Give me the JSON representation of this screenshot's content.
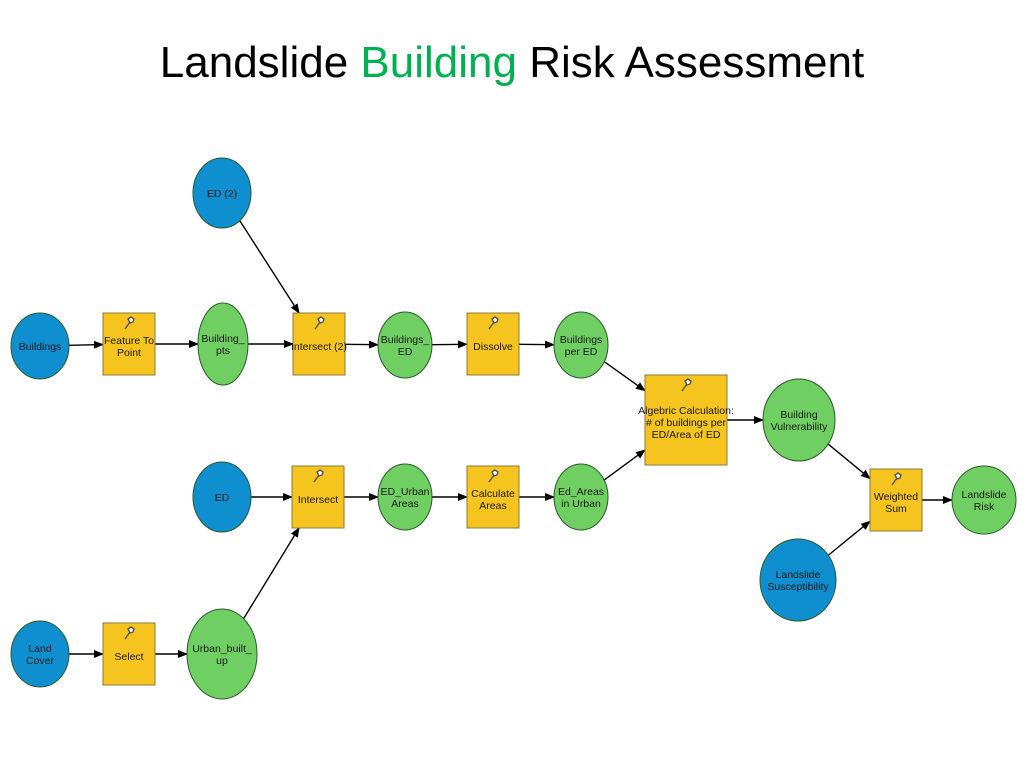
{
  "title": {
    "before": "Landslide ",
    "highlight": "Building",
    "after": " Risk Assessment"
  },
  "colors": {
    "input": "#0f8fcf",
    "tool": "#f5c41e",
    "output": "#6fcf62",
    "accent": "#00b050"
  },
  "nodes": {
    "buildings": {
      "kind": "input",
      "lines": [
        "Buildings"
      ]
    },
    "feature_to_point": {
      "kind": "tool",
      "lines": [
        "Feature To",
        "Point"
      ]
    },
    "buildings_pts": {
      "kind": "output",
      "lines": [
        "Building_",
        "pts"
      ]
    },
    "ed2": {
      "kind": "input",
      "lines": [
        "ED (2)"
      ]
    },
    "intersect2": {
      "kind": "tool",
      "lines": [
        "Intersect (2)"
      ]
    },
    "buildings_ed": {
      "kind": "output",
      "lines": [
        "Buildings_",
        "ED"
      ]
    },
    "dissolve": {
      "kind": "tool",
      "lines": [
        "Dissolve"
      ]
    },
    "buildings_per_ed": {
      "kind": "output",
      "lines": [
        "Buildings",
        "per ED"
      ]
    },
    "algebraic": {
      "kind": "tool",
      "lines": [
        "Algebric Calculation:",
        "# of buildings per",
        "ED/Area of ED"
      ]
    },
    "building_vulnerability": {
      "kind": "output",
      "lines": [
        "Building",
        "Vulnerability"
      ]
    },
    "ed": {
      "kind": "input",
      "lines": [
        "ED"
      ]
    },
    "intersect": {
      "kind": "tool",
      "lines": [
        "Intersect"
      ]
    },
    "ed_urban_areas": {
      "kind": "output",
      "lines": [
        "ED_Urban",
        "Areas"
      ]
    },
    "calculate_areas": {
      "kind": "tool",
      "lines": [
        "Calculate",
        "Areas"
      ]
    },
    "ed_areas_in_urban": {
      "kind": "output",
      "lines": [
        "Ed_Areas",
        "in Urban"
      ]
    },
    "land_cover": {
      "kind": "input",
      "lines": [
        "Land",
        "Cover"
      ]
    },
    "select": {
      "kind": "tool",
      "lines": [
        "Select"
      ]
    },
    "urban_built_up": {
      "kind": "output",
      "lines": [
        "Urban_built_",
        "up"
      ]
    },
    "landslide_susceptibility": {
      "kind": "input",
      "lines": [
        "Landslide",
        "Susceptibility"
      ]
    },
    "weighted_sum": {
      "kind": "tool",
      "lines": [
        "Weighted",
        "Sum"
      ]
    },
    "landslide_risk": {
      "kind": "output",
      "lines": [
        "Landslide",
        "Risk"
      ]
    }
  },
  "edges": [
    [
      "buildings",
      "feature_to_point"
    ],
    [
      "feature_to_point",
      "buildings_pts"
    ],
    [
      "buildings_pts",
      "intersect2"
    ],
    [
      "ed2",
      "intersect2"
    ],
    [
      "intersect2",
      "buildings_ed"
    ],
    [
      "buildings_ed",
      "dissolve"
    ],
    [
      "dissolve",
      "buildings_per_ed"
    ],
    [
      "buildings_per_ed",
      "algebraic"
    ],
    [
      "ed_areas_in_urban",
      "algebraic"
    ],
    [
      "algebraic",
      "building_vulnerability"
    ],
    [
      "building_vulnerability",
      "weighted_sum"
    ],
    [
      "landslide_susceptibility",
      "weighted_sum"
    ],
    [
      "weighted_sum",
      "landslide_risk"
    ],
    [
      "ed",
      "intersect"
    ],
    [
      "urban_built_up",
      "intersect"
    ],
    [
      "intersect",
      "ed_urban_areas"
    ],
    [
      "ed_urban_areas",
      "calculate_areas"
    ],
    [
      "calculate_areas",
      "ed_areas_in_urban"
    ],
    [
      "land_cover",
      "select"
    ],
    [
      "select",
      "urban_built_up"
    ]
  ]
}
